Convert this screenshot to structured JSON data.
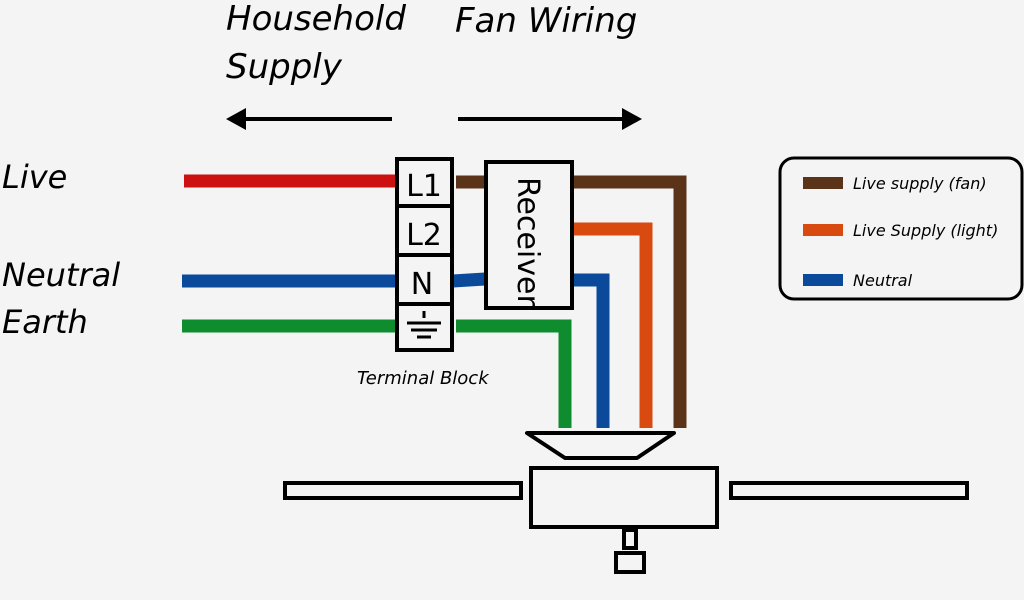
{
  "headers": {
    "household_supply_line1": "Household",
    "household_supply_line2": "Supply",
    "fan_wiring": "Fan Wiring"
  },
  "supply_labels": {
    "live": "Live",
    "neutral": "Neutral",
    "earth": "Earth"
  },
  "terminal_block": {
    "label": "Terminal Block",
    "terminals": [
      "L1",
      "L2",
      "N",
      "earth-symbol"
    ]
  },
  "receiver": {
    "label": "Receiver"
  },
  "legend": {
    "items": [
      {
        "label": "Live supply (fan)",
        "color": "#5a3318"
      },
      {
        "label": "Live Supply (light)",
        "color": "#d94a10"
      },
      {
        "label": "Neutral",
        "color": "#0b4a9a"
      }
    ]
  },
  "wire_colors": {
    "live": "#cc1111",
    "neutral": "#0b4a9a",
    "earth": "#0e8c2e",
    "live_fan": "#5a3318",
    "live_light": "#d94a10"
  }
}
